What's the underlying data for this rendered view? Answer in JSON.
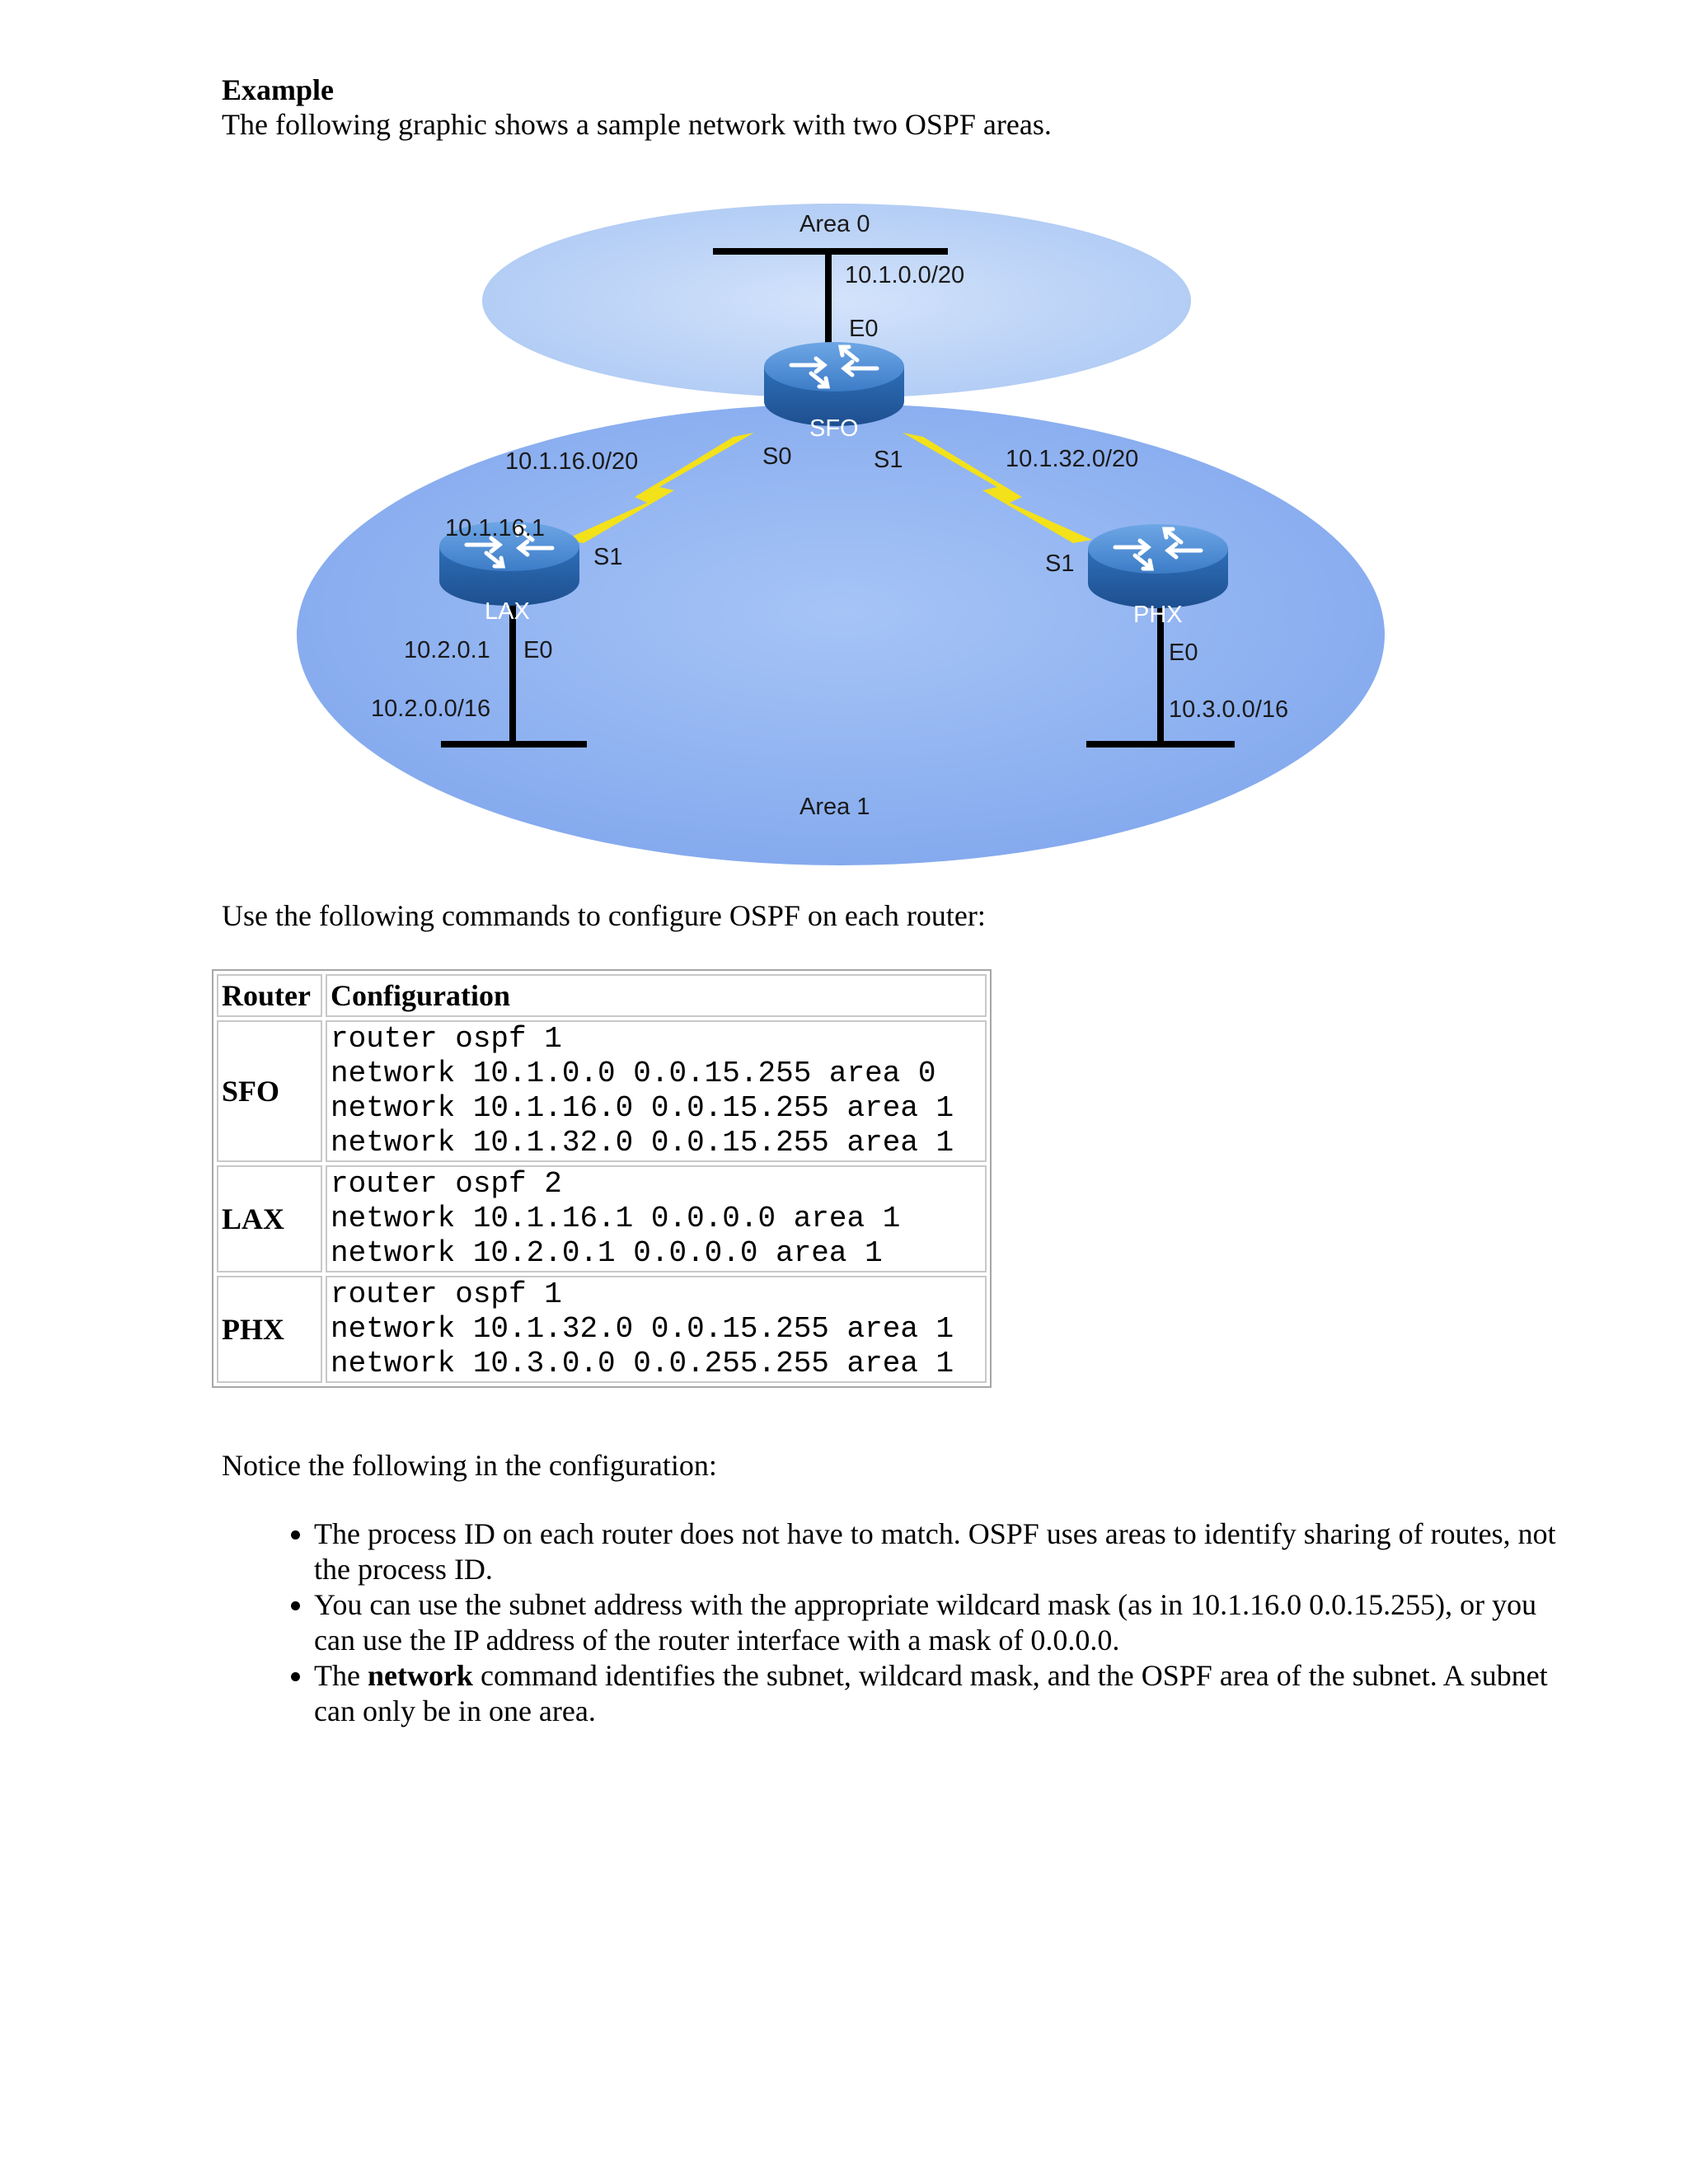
{
  "heading": "Example",
  "intro": "The following graphic shows a sample network with two OSPF areas.",
  "diagram": {
    "area0": "Area 0",
    "area1": "Area 1",
    "sfo": {
      "name": "SFO",
      "subnet": "10.1.0.0/20",
      "e0": "E0",
      "s0": "S0",
      "s1": "S1"
    },
    "lax": {
      "name": "LAX",
      "serial_ip": "10.1.16.1",
      "s1": "S1",
      "e0_ip": "10.2.0.1",
      "e0": "E0",
      "lan": "10.2.0.0/16"
    },
    "phx": {
      "name": "PHX",
      "s1": "S1",
      "e0": "E0",
      "lan": "10.3.0.0/16"
    },
    "link_sfo_lax": "10.1.16.0/20",
    "link_sfo_phx": "10.1.32.0/20",
    "colors": {
      "area0": "#bfd6f7",
      "area1": "#8fb4f2",
      "router": "#2f6fb8",
      "serial_link": "#f3e11a"
    }
  },
  "commands_intro": "Use the following commands to configure OSPF on each router:",
  "table": {
    "headers": [
      "Router",
      "Configuration"
    ],
    "rows": [
      {
        "router": "SFO",
        "config": "router ospf 1\nnetwork 10.1.0.0 0.0.15.255 area 0\nnetwork 10.1.16.0 0.0.15.255 area 1\nnetwork 10.1.32.0 0.0.15.255 area 1"
      },
      {
        "router": "LAX",
        "config": "router ospf 2\nnetwork 10.1.16.1 0.0.0.0 area 1\nnetwork 10.2.0.1 0.0.0.0 area 1"
      },
      {
        "router": "PHX",
        "config": "router ospf 1\nnetwork 10.1.32.0 0.0.15.255 area 1\nnetwork 10.3.0.0 0.0.255.255 area 1"
      }
    ]
  },
  "notice": "Notice the following in the configuration:",
  "bullets": {
    "b1": "The process ID on each router does not have to match. OSPF uses areas to identify sharing of routes, not the process ID.",
    "b2": "You can use the subnet address with the appropriate wildcard mask (as in 10.1.16.0 0.0.15.255), or you can use the IP address of the router interface with a mask of 0.0.0.0.",
    "b3_pre": "The ",
    "b3_bold": "network",
    "b3_post": " command identifies the subnet, wildcard mask, and the OSPF area of the subnet. A subnet can only be in one area."
  }
}
